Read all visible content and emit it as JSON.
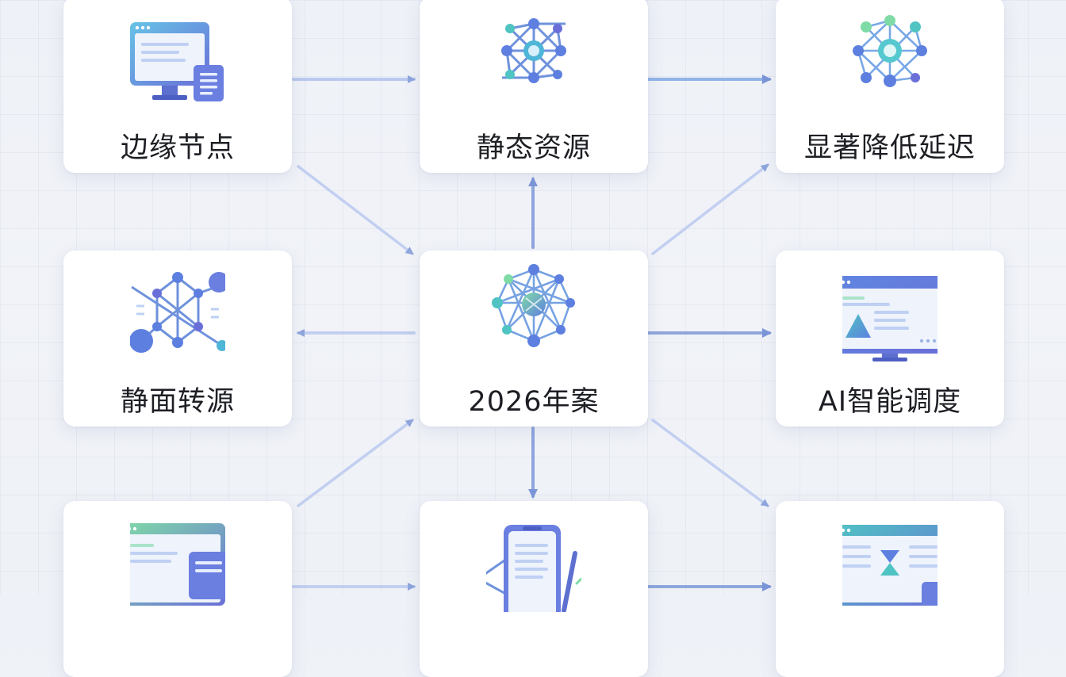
{
  "nodes": {
    "edge_nodes": {
      "label": "边缘节点",
      "icon": "monitor-document-icon"
    },
    "static_resources": {
      "label": "静态资源",
      "icon": "network-graph-icon"
    },
    "reduce_latency": {
      "label": "显著降低延迟",
      "icon": "network-graph-icon"
    },
    "static_origin": {
      "label": "静面转源",
      "icon": "network-graph-icon"
    },
    "plan_2026": {
      "label": "2026年案",
      "icon": "network-globe-icon"
    },
    "ai_scheduling": {
      "label": "AI智能调度",
      "icon": "monitor-chart-icon"
    },
    "bottom_left": {
      "label": "",
      "icon": "browser-document-icon"
    },
    "bottom_center": {
      "label": "",
      "icon": "phone-pen-icon"
    },
    "bottom_right": {
      "label": "",
      "icon": "browser-network-icon"
    }
  },
  "colors": {
    "arrow": "#8ea6dc",
    "arrow_strong": "#7b96d8",
    "icon_blue": "#5d7fe0",
    "icon_indigo": "#6a6fd8",
    "icon_teal": "#4fc4c2",
    "icon_green": "#7fdba6",
    "text": "#1d1f24"
  }
}
